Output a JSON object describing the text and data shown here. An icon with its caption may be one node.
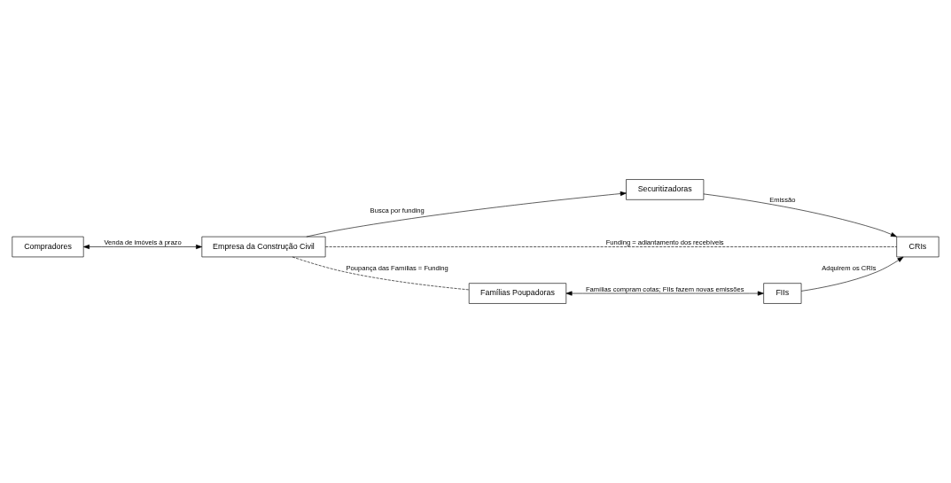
{
  "diagram": {
    "nodes": [
      {
        "text": [
          "Compradores"
        ]
      },
      {
        "text": [
          "Securitizadoras"
        ]
      },
      {
        "text": [
          "CRIs"
        ]
      },
      {
        "text": [
          "Empresa da Construção Civil"
        ]
      },
      {
        "text": [
          "FIIs"
        ]
      },
      {
        "text": [
          "Famílias Poupadoras"
        ]
      }
    ],
    "edges": [
      {
        "from": 0,
        "to": 3,
        "arrow": "both",
        "label": "Venda de imóveis à prazo"
      },
      {
        "from": 3,
        "to": 1,
        "arrow": "to",
        "label": "Busca por funding"
      },
      {
        "from": 1,
        "to": 2,
        "arrow": "to",
        "label": "Emissão"
      },
      {
        "from": 3,
        "to": 2,
        "arrow": "none",
        "label": "Funding = adiantamento dos recebíveis",
        "style": "dashed"
      },
      {
        "from": 4,
        "to": 2,
        "arrow": "to",
        "label": "Adquirem os CRIs"
      },
      {
        "from": 3,
        "to": 5,
        "arrow": "none",
        "label": "Poupança das Famílias = Funding",
        "style": "dashed"
      },
      {
        "from": 5,
        "to": 4,
        "arrow": "both",
        "label": "Famílias compram cotas; FIIs fazem novas emissões"
      }
    ]
  }
}
